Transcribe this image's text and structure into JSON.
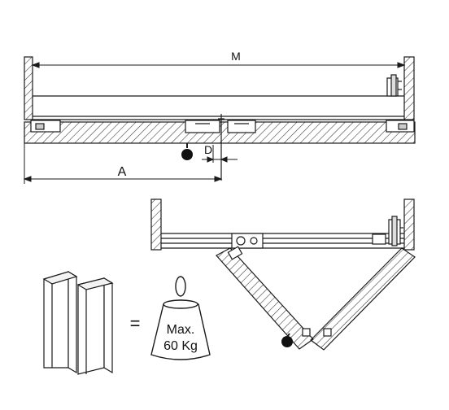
{
  "diagram": {
    "labels": {
      "overall_width": "M",
      "pivot_offset": "D",
      "pivot_distance": "A",
      "equals": "=",
      "weight_line1": "Max.",
      "weight_line2": "60 Kg"
    },
    "colors": {
      "line": "#1a1a1a",
      "hatch": "#333333",
      "background": "#ffffff",
      "panel_fill": "#ffffff"
    }
  }
}
